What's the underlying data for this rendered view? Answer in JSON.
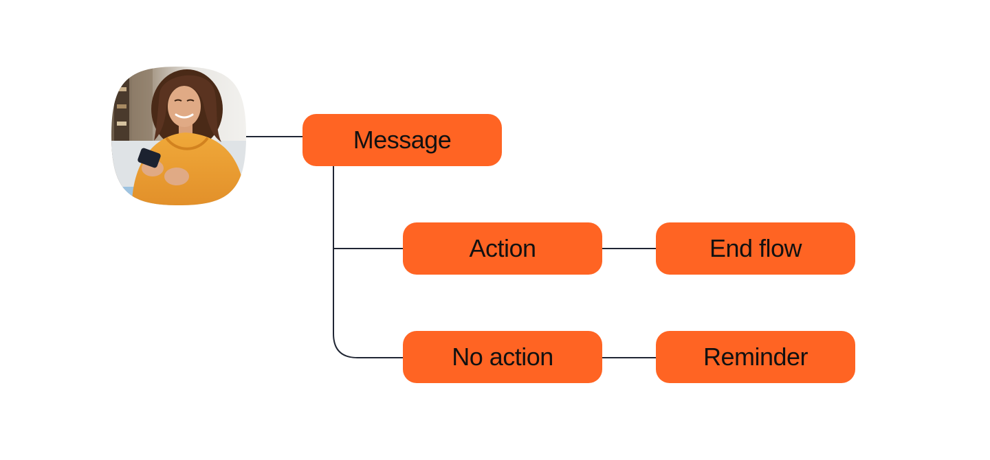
{
  "colors": {
    "node_fill": "#FF6423",
    "connector": "#1F2533",
    "background": "#FFFFFF"
  },
  "avatar": {
    "icon": "person-with-phone-photo",
    "description_kind": "photo"
  },
  "nodes": {
    "message": "Message",
    "action": "Action",
    "end_flow": "End flow",
    "no_action": "No action",
    "reminder": "Reminder"
  }
}
